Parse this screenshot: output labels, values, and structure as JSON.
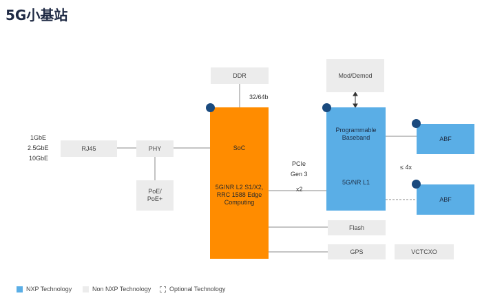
{
  "title": "5G小基站",
  "boxes": {
    "ddr": "DDR",
    "moddemod": "Mod/Demod",
    "rj45": "RJ45",
    "phy": "PHY",
    "poe": "PoE/\nPoE+",
    "soc_title": "SoC",
    "soc_body": "5G/NR L2 S1/X2,\nRRC 1588 Edge\nComputing",
    "pb_title": "Programmable\nBaseband",
    "pb_body": "5G/NR L1",
    "abf1": "ABF",
    "abf2": "ABF",
    "flash": "Flash",
    "gps": "GPS",
    "vctcxo": "VCTCXO"
  },
  "labels": {
    "eth1": "1GbE",
    "eth2": "2.5GbE",
    "eth3": "10GbE",
    "bus": "32/64b",
    "pcie1": "PCIe",
    "pcie2": "Gen 3",
    "x2": "x2",
    "x4": "≤ 4x"
  },
  "legend": {
    "nxp": "NXP Technology",
    "non_nxp": "Non NXP Technology",
    "optional": "Optional Technology"
  },
  "colors": {
    "nxp": "#5aaee6",
    "soc": "#ff8c00",
    "non_nxp": "#ececec",
    "dot": "#1a4a7e"
  }
}
